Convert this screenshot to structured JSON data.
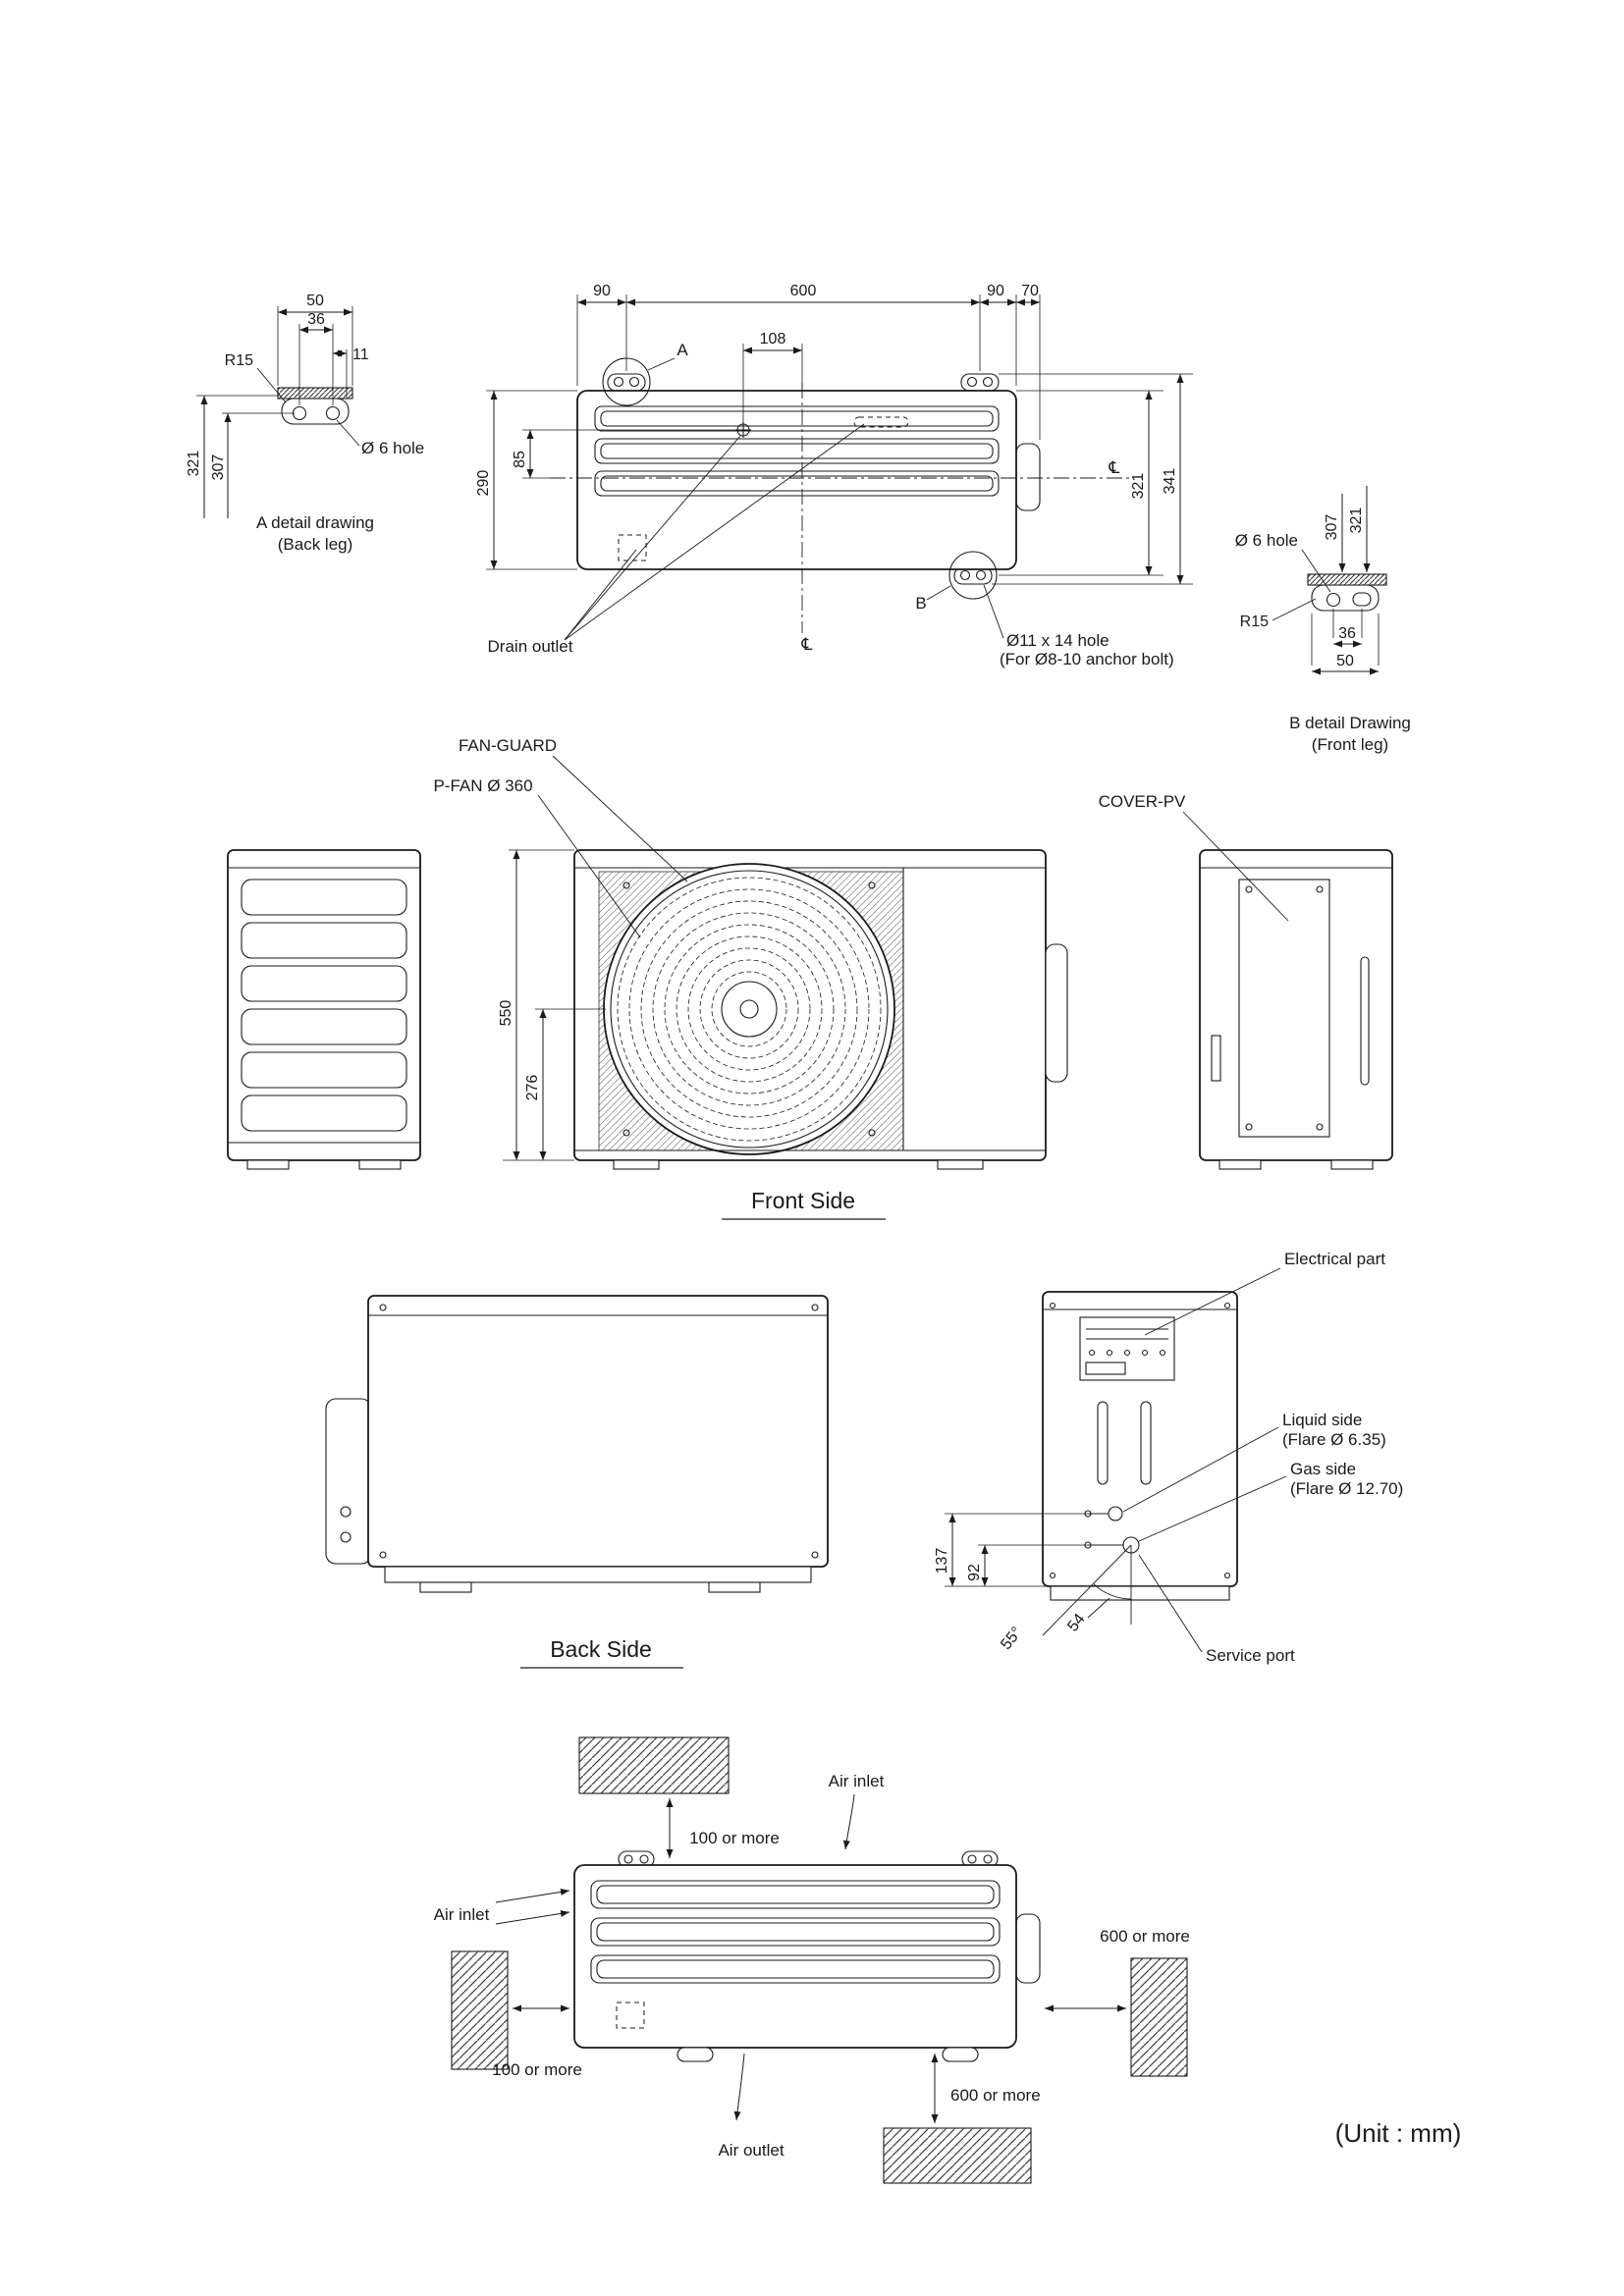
{
  "detail_a": {
    "title1": "A detail drawing",
    "title2": "(Back leg)",
    "dim_50": "50",
    "dim_36": "36",
    "dim_11": "11",
    "r15": "R15",
    "dim_321": "321",
    "dim_307": "307",
    "hole": "Ø 6 hole"
  },
  "plan_view": {
    "dim_90_left": "90",
    "dim_600": "600",
    "dim_90_right": "90",
    "dim_70": "70",
    "dim_108": "108",
    "label_a": "A",
    "label_b": "B",
    "dim_85": "85",
    "dim_290": "290",
    "dim_321": "321",
    "dim_341": "341",
    "drain": "Drain outlet",
    "cl_bottom": "℄",
    "cl_right": "℄",
    "anchor_hole1": "Ø11 x 14 hole",
    "anchor_hole2": "(For  Ø8-10 anchor bolt)"
  },
  "detail_b": {
    "title1": "B detail Drawing",
    "title2": "(Front leg)",
    "hole": "Ø 6 hole",
    "dim_307": "307",
    "dim_321": "321",
    "r15": "R15",
    "dim_36": "36",
    "dim_50": "50"
  },
  "front_side": {
    "fan_guard": "FAN-GUARD",
    "p_fan": "P-FAN   Ø 360",
    "cover_pv": "COVER-PV",
    "dim_550": "550",
    "dim_276": "276",
    "caption": "Front Side"
  },
  "back_side": {
    "electrical": "Electrical part",
    "liquid1": "Liquid side",
    "liquid2": "(Flare   Ø 6.35)",
    "gas1": "Gas side",
    "gas2": "(Flare   Ø 12.70)",
    "service": "Service port",
    "dim_137": "137",
    "dim_92": "92",
    "angle_55": "55°",
    "dim_54": "54",
    "caption": "Back Side"
  },
  "installation": {
    "air_inlet_top": "Air inlet",
    "air_inlet_left": "Air inlet",
    "air_outlet": "Air outlet",
    "clearance_top": "100 or more",
    "clearance_left": "100 or more",
    "clearance_right": "600 or more",
    "clearance_bottom": "600 or more",
    "unit_note": "(Unit : mm)"
  }
}
